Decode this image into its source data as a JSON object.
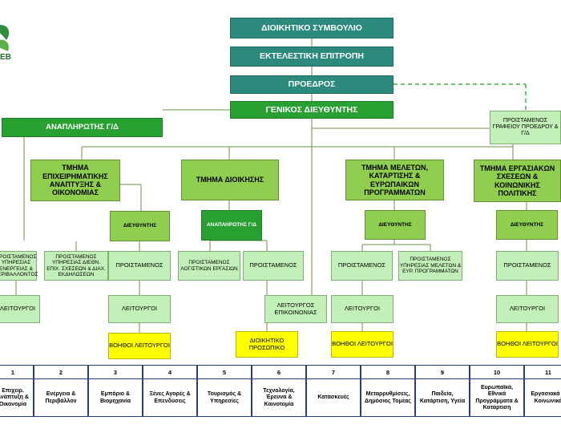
{
  "logo": {
    "text": "EB",
    "icon": "leaf-logo-icon"
  },
  "top": {
    "board": "ΔΙΟΙΚΗΤΙΚΟ ΣΥΜΒΟΥΛΙΟ",
    "exec": "ΕΚΤΕΛΕΣΤΙΚΗ ΕΠΙΤΡΟΠΗ",
    "president": "ΠΡΟΕΔΡΟΣ",
    "gm": "ΓΕΝΙΚΟΣ ΔΙΕΥΘΥΝΤΗΣ",
    "deputy_gm": "ΑΝΑΠΛΗΡΩΤΗΣ Γ/Δ",
    "office_head": "ΠΡΟΙΣΤΑΜΕΝΟΣ ΓΡΑΦΕΙΟΥ ΠΡΟΕΔΡΟΥ & Γ/Δ"
  },
  "departments": {
    "business": {
      "title": "ΤΜΗΜΑ ΕΠΙΧΕΙΡΗΜΑΤΙΚΗΣ ΑΝΑΠΤΥΞΗΣ & ΟΙΚΟΝΟΜΙΑΣ",
      "directorate": "ΔΙΕΥΘΥΝΤΗΣ",
      "head_left": "ΠΡΟΙΣΤΑΜΕΝΟΣ ΥΠΗΡΕΣΙΑΣ ΕΝΕΡΓΕΙΑΣ & ΠΕΡΙΒΑΛΛΟΝΤΟΣ",
      "head_mid": "ΠΡΟΙΣΤΑΜΕΝΟΣ ΥΠΗΡΕΣΙΑΣ ΔΙΕΘΝ. ΕΠΙΧ. ΣΧΕΣΕΩΝ & ΔΙΑΧ. ΕΚΔΗΛΩΣΕΩΝ",
      "head": "ΠΡΟΙΣΤΑΜΕΝΟΣ",
      "officers_left": "ΛΕΙΤΟΥΡΓΟΙ",
      "officers": "ΛΕΙΤΟΥΡΓΟΙ",
      "assistants": "ΒΟΗΘΟΙ ΛΕΙΤΟΥΡΓΟΙ"
    },
    "admin": {
      "title": "ΤΜΗΜΑ ΔΙΟΙΚΗΣΗΣ",
      "deputy": "ΑΝΑΠΛΗΡΩΤΗΣ Γ/Δ",
      "head_accounts": "ΠΡΟΙΣΤΑΜΕΝΟΣ ΛΟΓΙΣΤΙΚΩΝ ΕΡΓΑΣΙΩΝ",
      "head": "ΠΡΟΙΣΤΑΜΕΝΟΣ",
      "comms": "ΛΕΙΤΟΥΡΓΟΣ ΕΠΙΚΟΙΝΩΝΙΑΣ",
      "staff": "ΔΙΟΙΚΗΤΙΚΟ ΠΡΟΣΩΠΙΚΟ"
    },
    "studies": {
      "title": "ΤΜΗΜΑ ΜΕΛΕΤΩΝ, ΚΑΤΑΡΤΙΣΗΣ & ΕΥΡΩΠΑΙΚΩΝ ΠΡΟΓΡΑΜΜΑΤΩΝ",
      "directorate": "ΔΙΕΥΘΥΝΤΗΣ",
      "head": "ΠΡΟΙΣΤΑΜΕΝΟΣ",
      "head_service": "ΠΡΟΙΣΤΑΜΕΝΟΣ ΥΠΗΡΕΣΙΑΣ ΜΕΛΕΤΩΝ & ΕΥΡ. ΠΡΟΓΡΑΜΜΑΤΩΝ",
      "officers": "ΛΕΙΤΟΥΡΓΟΙ",
      "assistants": "ΒΟΗΘΟΙ ΛΕΙΤΟΥΡΓΟΙ"
    },
    "labour": {
      "title": "ΤΜΗΜΑ ΕΡΓΑΣΙΑΚΩΝ ΣΧΕΣΕΩΝ & ΚΟΙΝΩΝΙΚΗΣ ΠΟΛΙΤΙΚΗΣ",
      "directorate": "ΔΙΕΥΘΥΝΤΗΣ",
      "head": "ΠΡΟΙΣΤΑΜΕΝΟΣ",
      "officers": "ΛΕΙΤΟΥΡΓΟΙ",
      "assistants": "ΒΟΗΘΟΙ ΛΕΙΤΟΥΡΓΟΙ"
    }
  },
  "strip": [
    {
      "num": "1",
      "label": "Επιχειρ. Ανάπτυξη & Οικονομία"
    },
    {
      "num": "2",
      "label": "Ενέργεια & Περιβάλλον"
    },
    {
      "num": "3",
      "label": "Εμπόριο & Βιομηχανία"
    },
    {
      "num": "4",
      "label": "Ξένες Αγορές & Επενδύσεις"
    },
    {
      "num": "5",
      "label": "Τουρισμός & Υπηρεσίες"
    },
    {
      "num": "6",
      "label": "Τεχνολογία, Έρευνα & Καινοτομία"
    },
    {
      "num": "7",
      "label": "Κατασκευές"
    },
    {
      "num": "8",
      "label": "Μεταρρυθμίσεις, Δημόσιος Τομέας"
    },
    {
      "num": "9",
      "label": "Παιδεία, Κατάρτιση, Υγεία"
    },
    {
      "num": "10",
      "label": "Ευρωπαϊκά, Εθνικά Προγράμματα & Κατάρτιση"
    },
    {
      "num": "11",
      "label": "Εργασιακά & Κοινωνικά"
    }
  ],
  "colors": {
    "teal": "#2b8a7c",
    "dark_green": "#29a032",
    "lime": "#8fce4e",
    "light_green": "#c3f0b8",
    "yellow": "#ffff00",
    "strip_border": "#2a3f73"
  }
}
